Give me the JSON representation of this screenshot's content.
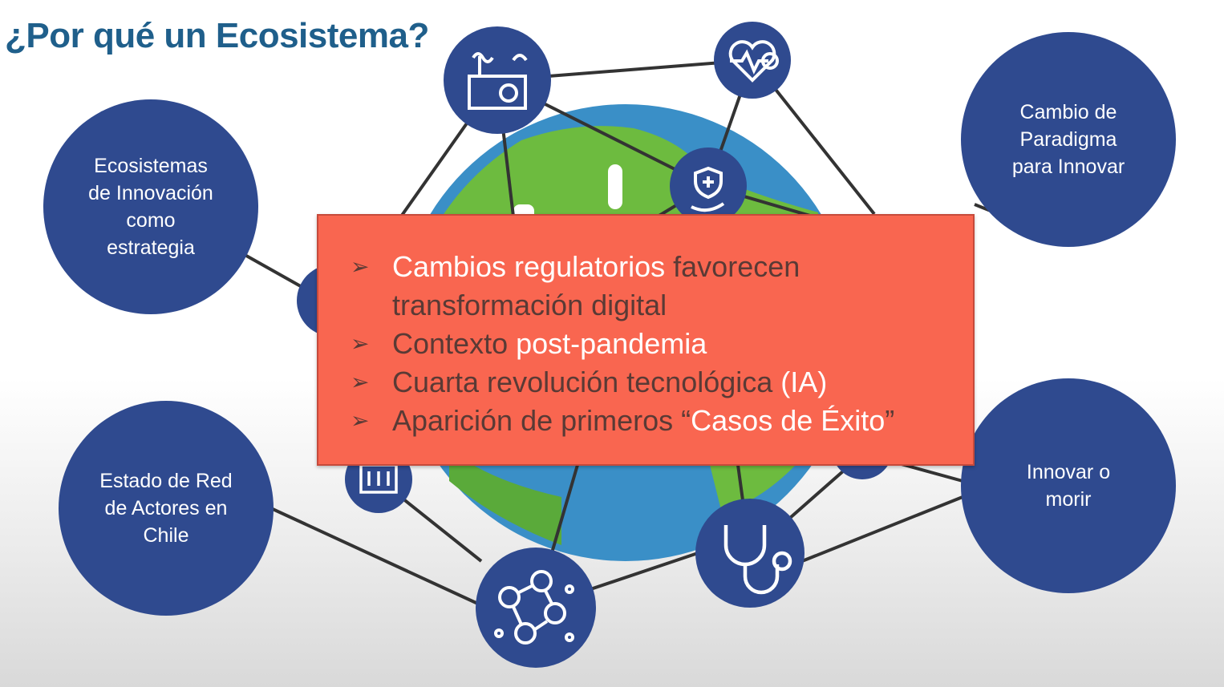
{
  "title": "¿Por qué un Ecosistema?",
  "colors": {
    "node_blue": "#2f4a8f",
    "callout": "#f96650",
    "title": "#1f5f8b",
    "highlight_text": "#ffffff",
    "muted_text": "#5a3a35"
  },
  "nodes": [
    {
      "label": "Ecosistemas\nde Innovación\ncomo\nestrategia"
    },
    {
      "label": "Cambio de\nParadigma\npara Innovar"
    },
    {
      "label": "Estado de Red\nde Actores en\nChile"
    },
    {
      "label": "Innovar o\nmorir"
    }
  ],
  "icons": [
    "factory-energy-icon",
    "heart-health-icon",
    "shield-care-icon",
    "building-icon",
    "people-network-icon",
    "stethoscope-icon",
    "globe-icon"
  ],
  "callout": {
    "bullet_symbol": "➢",
    "bullets": [
      {
        "strong": "Cambios regulatorios",
        "rest": " favorecen transformación digital"
      },
      {
        "lead": "Contexto ",
        "strong": "post-pandemia"
      },
      {
        "lead": "Cuarta revolución tecnológica ",
        "strong": "(IA)"
      },
      {
        "lead": "Aparición de primeros “",
        "strong": "Casos de Éxito",
        "trail": "”"
      }
    ]
  }
}
